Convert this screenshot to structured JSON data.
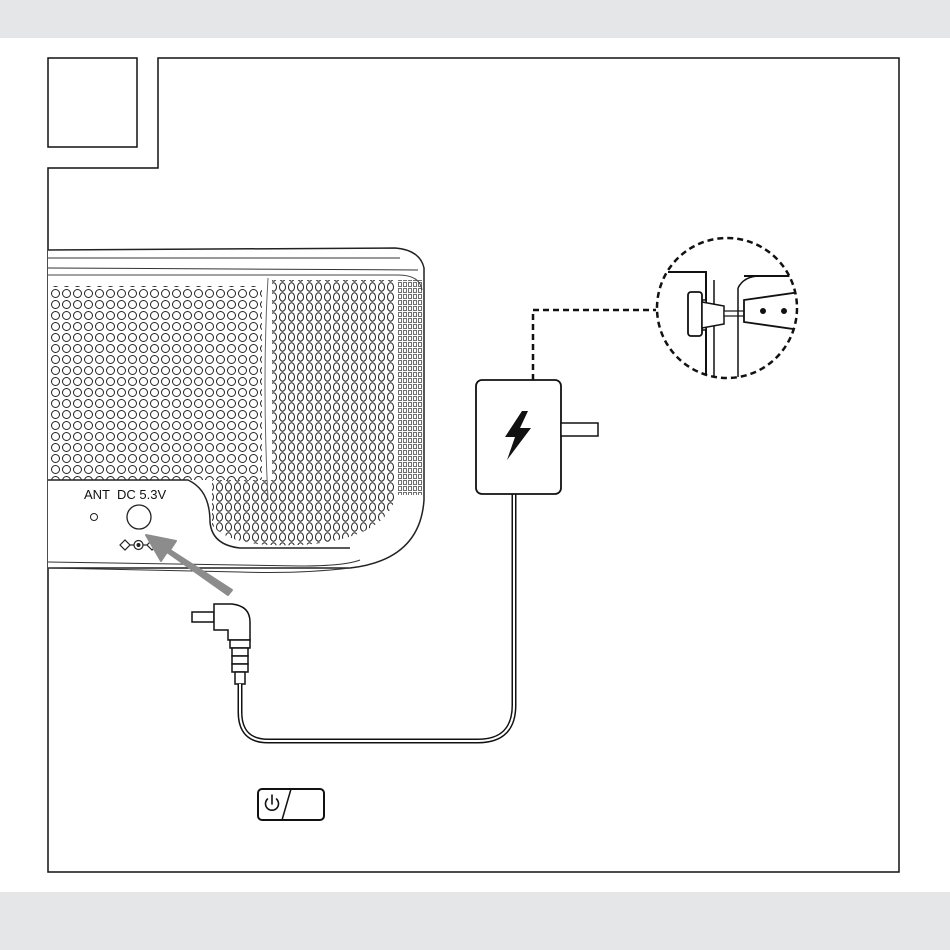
{
  "step": {
    "number": ""
  },
  "device": {
    "antenna_label": "ANT",
    "dc_label": "DC 5.3V"
  },
  "icons": {
    "adapter": "lightning-bolt-icon",
    "power_button": "power-icon",
    "polarity": "dc-polarity-symbol"
  },
  "colors": {
    "line": "#111111",
    "arrow": "#8c8c8c",
    "band": "#e5e6e8"
  }
}
